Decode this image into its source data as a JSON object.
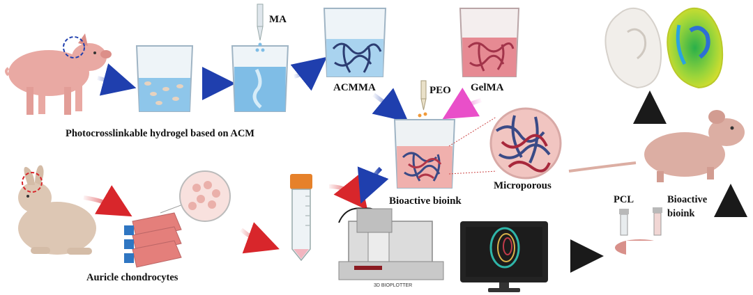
{
  "labels": {
    "ma": "MA",
    "acmma": "ACMMA",
    "gelma": "GelMA",
    "peo": "PEO",
    "hydrogel_caption": "Photocrosslinkable hydrogel based on ACM",
    "auricle": "Auricle chondrocytes",
    "bioink": "Bioactive bioink",
    "microporous": "Microporous",
    "pcl": "PCL",
    "bioactive_line1": "Bioactive",
    "bioactive_line2": "bioink",
    "printer_brand": "3D BIOPLOTTER"
  },
  "colors": {
    "blue_arrow": "#1f3fae",
    "red_arrow": "#d8262b",
    "pink_arrow": "#e94fc9",
    "black_arrow": "#1a1a1a",
    "pig": "#e9a9a3",
    "rabbit": "#ddc7b4",
    "mouse": "#dcaea3",
    "hydrogel_blue": "#8ec6ea",
    "gelma_red": "#e68a93",
    "bioink_pink": "#f0b0ad"
  },
  "icons": [
    "pig-icon",
    "rabbit-icon",
    "mouse-icon",
    "beaker-icon",
    "pipette-icon",
    "culture-flask-icon",
    "centrifuge-tube-icon",
    "bioprinter-icon",
    "monitor-icon",
    "ear-model-icon",
    "magnifier-circle-icon"
  ]
}
